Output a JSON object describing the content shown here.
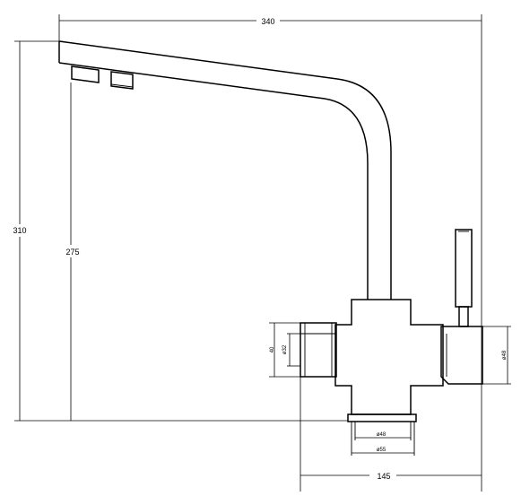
{
  "drawing": {
    "dimensions": {
      "overall_width": "340",
      "overall_height": "310",
      "spout_height": "275",
      "body_width": "145",
      "handle_height": "40",
      "inlet_diameter": "ø32",
      "side_diameter": "ø48",
      "base_inner_diameter": "ø48",
      "base_outer_diameter": "ø55"
    }
  }
}
